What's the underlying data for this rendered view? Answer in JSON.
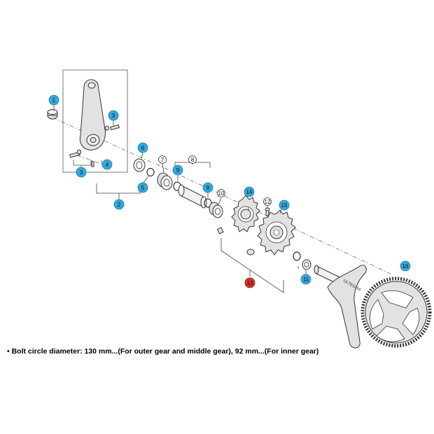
{
  "colors": {
    "callout_fill": "#35a8dc",
    "callout_highlight_fill": "#d9312b",
    "line": "#333333"
  },
  "callouts": [
    {
      "id": "c1",
      "label": "1",
      "style": "filled"
    },
    {
      "id": "c2",
      "label": "2",
      "style": "filled"
    },
    {
      "id": "c3a",
      "label": "3",
      "style": "filled"
    },
    {
      "id": "c3b",
      "label": "3",
      "style": "filled"
    },
    {
      "id": "c4",
      "label": "4",
      "style": "filled"
    },
    {
      "id": "c5",
      "label": "5",
      "style": "filled"
    },
    {
      "id": "c6",
      "label": "6",
      "style": "filled"
    },
    {
      "id": "c7",
      "label": "7",
      "style": "outline"
    },
    {
      "id": "c8",
      "label": "8",
      "style": "outline"
    },
    {
      "id": "c9a",
      "label": "9",
      "style": "filled"
    },
    {
      "id": "c9b",
      "label": "9",
      "style": "filled"
    },
    {
      "id": "c10",
      "label": "10",
      "style": "outline"
    },
    {
      "id": "c11",
      "label": "11",
      "style": "filled"
    },
    {
      "id": "c12",
      "label": "12",
      "style": "outline"
    },
    {
      "id": "c13",
      "label": "13",
      "style": "highlight"
    },
    {
      "id": "c14",
      "label": "14",
      "style": "filled"
    },
    {
      "id": "c15",
      "label": "15",
      "style": "filled"
    },
    {
      "id": "c16",
      "label": "16",
      "style": "filled"
    }
  ],
  "crank_logo": "ULTEGRA",
  "note": "• Bolt circle diameter: 130 mm...(For outer gear and middle gear), 92 mm...(For inner gear)"
}
